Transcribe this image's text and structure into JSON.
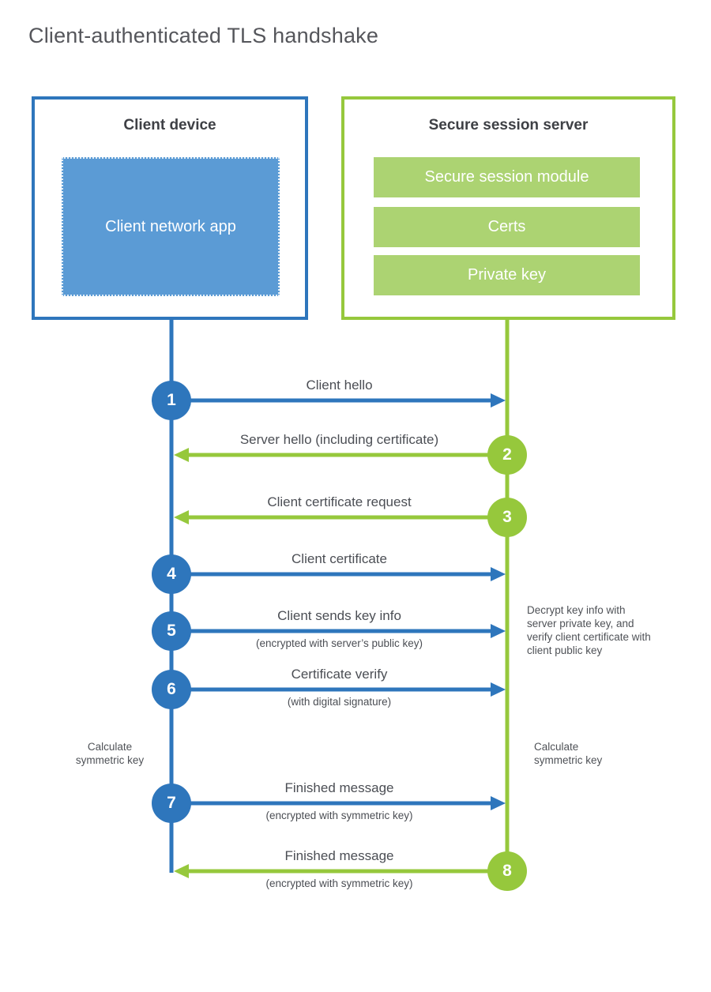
{
  "title": "Client-authenticated TLS handshake",
  "colors": {
    "blue": "#2E76BC",
    "blue_fill": "#5B9BD5",
    "green": "#96C83C",
    "green_fill": "#ACD372",
    "heading_text": "#3E4045",
    "body_text": "#4B4E54",
    "title_text": "#55565B"
  },
  "client": {
    "title": "Client device",
    "app_label": "Client network app"
  },
  "server": {
    "title": "Secure session server",
    "modules": [
      "Secure session module",
      "Certs",
      "Private key"
    ]
  },
  "steps": [
    {
      "num": "1",
      "from": "client",
      "label": "Client hello",
      "sublabel": ""
    },
    {
      "num": "2",
      "from": "server",
      "label": "Server hello (including certificate)",
      "sublabel": ""
    },
    {
      "num": "3",
      "from": "server",
      "label": "Client certificate request",
      "sublabel": ""
    },
    {
      "num": "4",
      "from": "client",
      "label": "Client certificate",
      "sublabel": ""
    },
    {
      "num": "5",
      "from": "client",
      "label": "Client sends key info",
      "sublabel": "(encrypted with server’s public key)"
    },
    {
      "num": "6",
      "from": "client",
      "label": "Certificate verify",
      "sublabel": "(with digital signature)"
    },
    {
      "num": "7",
      "from": "client",
      "label": "Finished message",
      "sublabel": "(encrypted with symmetric key)"
    },
    {
      "num": "8",
      "from": "server",
      "label": "Finished message",
      "sublabel": "(encrypted with symmetric key)"
    }
  ],
  "annotations": {
    "server_note": "Decrypt key info with server private key, and verify client certificate with client public key",
    "calc_client": "Calculate symmetric key",
    "calc_server": "Calculate symmetric key"
  }
}
